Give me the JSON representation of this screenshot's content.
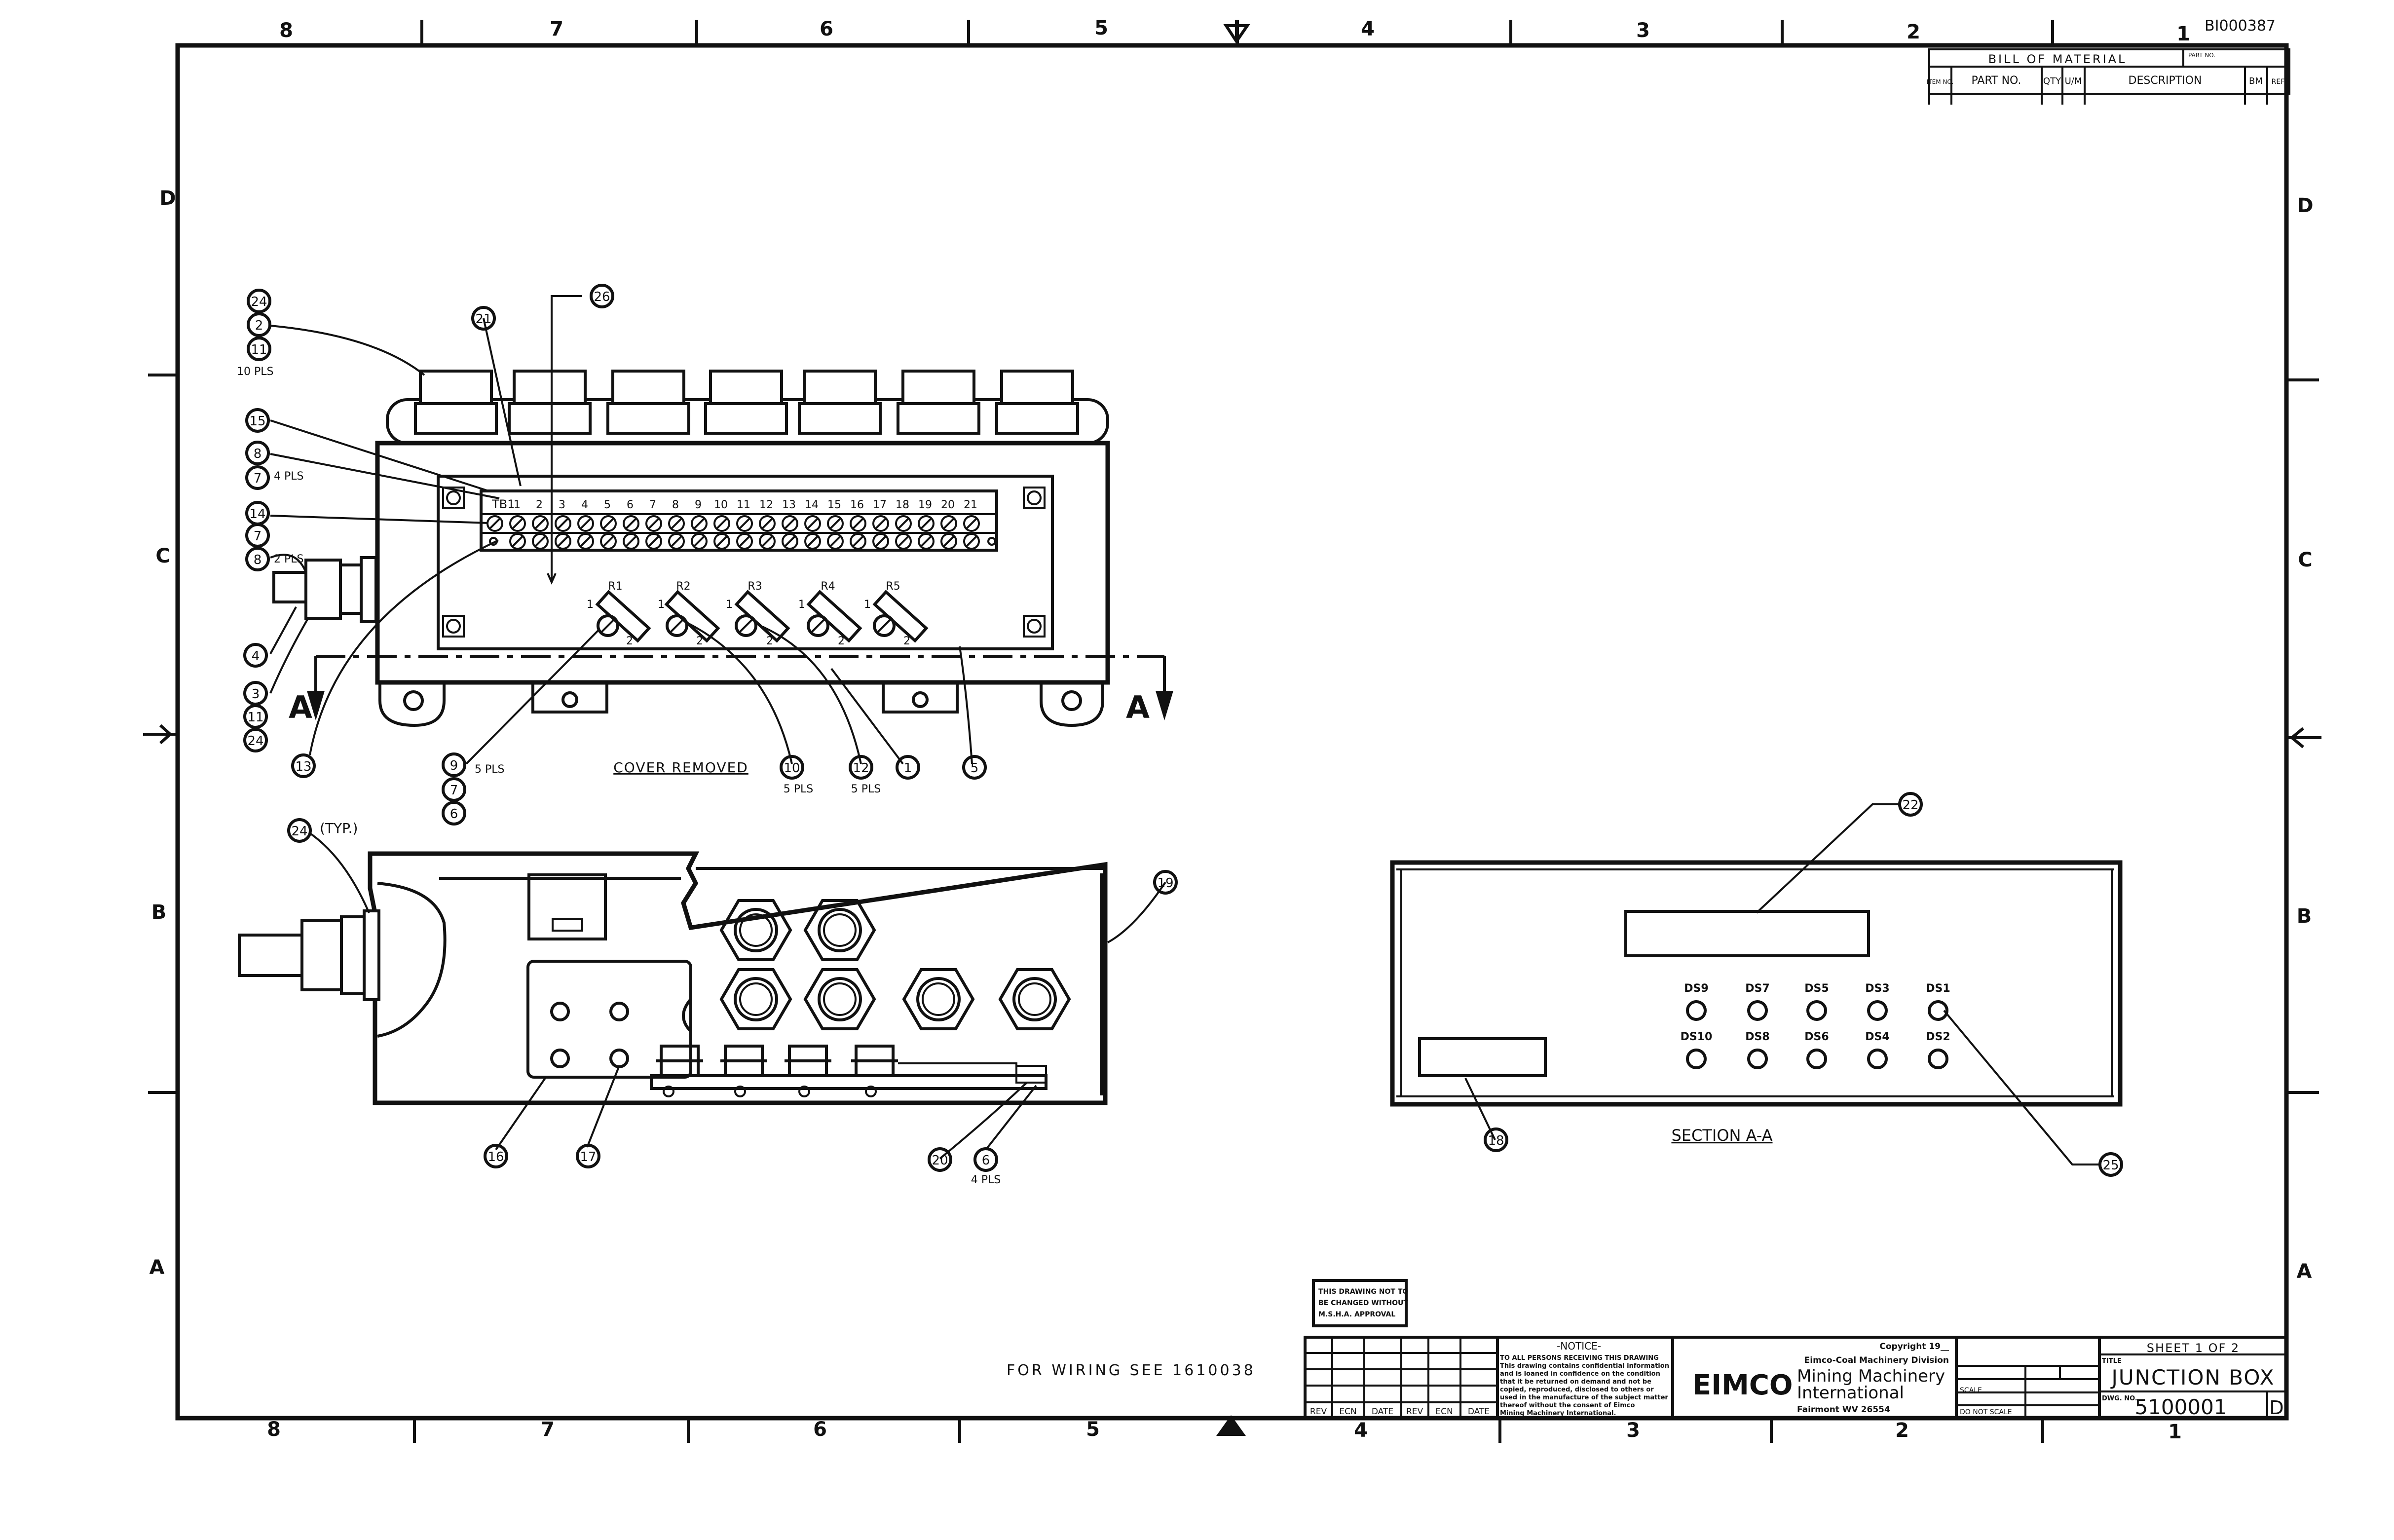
{
  "doc_id": "BI000387",
  "zones": {
    "columns_top": [
      "8",
      "7",
      "6",
      "5",
      "4",
      "3",
      "2",
      "1"
    ],
    "columns_bottom": [
      "8",
      "7",
      "6",
      "5",
      "4",
      "3",
      "2",
      "1"
    ],
    "rows": [
      "D",
      "C",
      "B",
      "A"
    ]
  },
  "bom": {
    "title": "BILL OF MATERIAL",
    "part_no_small": "PART NO.",
    "item_no": "ITEM NO.",
    "part_no": "PART NO.",
    "qty": "QTY",
    "um": "U/M",
    "description": "DESCRIPTION",
    "bm": "BM",
    "ref": "REF"
  },
  "top_view": {
    "caption": "COVER REMOVED",
    "terminal_block_label": "TB1",
    "terminals": [
      "1",
      "2",
      "3",
      "4",
      "5",
      "6",
      "7",
      "8",
      "9",
      "10",
      "11",
      "12",
      "13",
      "14",
      "15",
      "16",
      "17",
      "18",
      "19",
      "20",
      "21"
    ],
    "resistors": [
      "R1",
      "R2",
      "R3",
      "R4",
      "R5"
    ],
    "resistor_pin1": "1",
    "resistor_pin2": "2"
  },
  "section": {
    "title": "SECTION A-A",
    "lamps_top": [
      "DS9",
      "DS7",
      "DS5",
      "DS3",
      "DS1"
    ],
    "lamps_bottom": [
      "DS10",
      "DS8",
      "DS6",
      "DS4",
      "DS2"
    ],
    "section_mark": "A"
  },
  "balloons": {
    "b24a": "24",
    "b2a": "2",
    "b11a": "11",
    "pls10": "10 PLS",
    "b21": "21",
    "b26": "26",
    "b15": "15",
    "b8a": "8",
    "b7a": "7",
    "pls4a": "4 PLS",
    "b14": "14",
    "b7b": "7",
    "b8b": "8",
    "pls2": "2 PLS",
    "b4": "4",
    "b3": "3",
    "b11b": "11",
    "b24b": "24",
    "b13": "13",
    "b9": "9",
    "pls5a": "5 PLS",
    "b7c": "7",
    "b6a": "6",
    "b10": "10",
    "pls5b": "5 PLS",
    "b12": "12",
    "pls5c": "5 PLS",
    "b1": "1",
    "b5": "5",
    "b24c": "24",
    "typ": "(TYP.)",
    "b19": "19",
    "b16": "16",
    "b17": "17",
    "b20": "20",
    "b6b": "6",
    "pls4b": "4 PLS",
    "b22": "22",
    "b18": "18",
    "b25": "25"
  },
  "wiring_note": "FOR WIRING SEE 1610038",
  "approval_stamp": [
    "THIS DRAWING NOT TO",
    "BE CHANGED WITHOUT",
    "M.S.H.A. APPROVAL"
  ],
  "revision_headers": [
    "REV",
    "ECN",
    "DATE",
    "REV",
    "ECN",
    "DATE"
  ],
  "notice": {
    "title": "-NOTICE-",
    "lines": [
      "TO ALL PERSONS RECEIVING THIS DRAWING",
      "This drawing contains confidential information",
      "and is loaned in confidence on the condition",
      "that it be returned on demand and not be",
      "copied, reproduced, disclosed to others or",
      "used in the manufacture of the subject matter",
      "thereof without the consent of Eimco",
      "Mining Machinery International."
    ]
  },
  "company": {
    "copyright": "Copyright 19__",
    "division": "Eimco-Coal Machinery Division",
    "logo": "EIMCO",
    "name_line1": "Mining Machinery",
    "name_line2": "International",
    "location": "Fairmont WV 26554"
  },
  "title_block": {
    "sheet": "SHEET 1 OF 2",
    "title_label": "TITLE",
    "title": "JUNCTION BOX",
    "dwg_label": "DWG. NO.",
    "dwg_no": "5100001",
    "rev": "D",
    "scale_label": "SCALE",
    "do_not_scale": "DO NOT SCALE"
  }
}
